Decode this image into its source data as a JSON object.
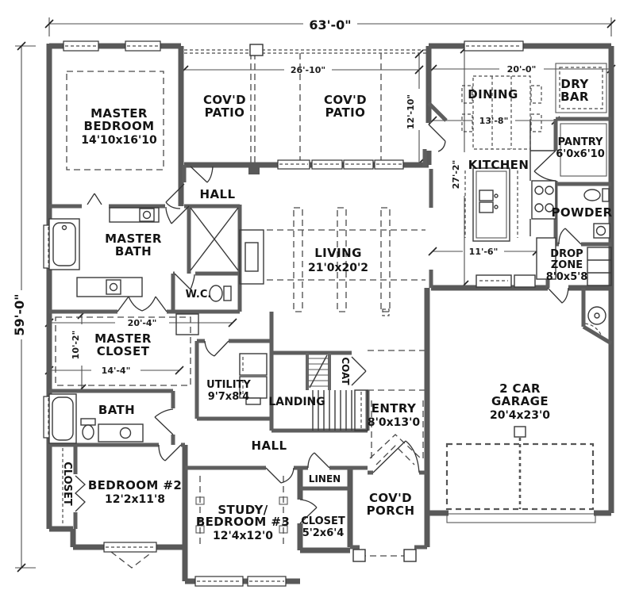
{
  "title": "First floor plan",
  "colors": {
    "wall": "#595959",
    "line": "#333333",
    "background": "#ffffff"
  },
  "dims": {
    "top": "63'-0\"",
    "left": "59'-0\"",
    "patio_w": "26'-10\"",
    "patio_d": "12'-10\"",
    "dining_w": "20'-0\"",
    "dining_w2": "13'-8\"",
    "kitchen_d": "27'-2\"",
    "kitchen_w": "11'-6\"",
    "closet_w": "20'-4\"",
    "closet_w2": "14'-4\"",
    "closet_d": "10'-2\""
  },
  "rooms": {
    "master_bedroom": {
      "l1": "MASTER",
      "l2": "BEDROOM",
      "size": "14'10x16'10"
    },
    "patio_left": {
      "l1": "COV'D",
      "l2": "PATIO"
    },
    "patio_right": {
      "l1": "COV'D",
      "l2": "PATIO"
    },
    "dining": {
      "l1": "DINING"
    },
    "dry_bar": {
      "l1": "DRY",
      "l2": "BAR"
    },
    "pantry": {
      "l1": "PANTRY",
      "size": "6'0x6'10"
    },
    "kitchen": {
      "l1": "KITCHEN"
    },
    "powder": {
      "l1": "POWDER"
    },
    "drop_zone": {
      "l1": "DROP",
      "l2": "ZONE",
      "size": "8'0x5'8"
    },
    "hall_upper": {
      "l1": "HALL"
    },
    "master_bath": {
      "l1": "MASTER",
      "l2": "BATH"
    },
    "wc": {
      "l1": "W.C."
    },
    "living": {
      "l1": "LIVING",
      "size": "21'0x20'2"
    },
    "master_closet": {
      "l1": "MASTER",
      "l2": "CLOSET"
    },
    "utility": {
      "l1": "UTILITY",
      "size": "9'7x8'4"
    },
    "landing": {
      "l1": "LANDING"
    },
    "coat": {
      "l1": "COAT"
    },
    "entry": {
      "l1": "ENTRY",
      "size": "8'0x13'0"
    },
    "garage": {
      "l1": "2 CAR",
      "l2": "GARAGE",
      "size": "20'4x23'0"
    },
    "bath": {
      "l1": "BATH"
    },
    "hall_lower": {
      "l1": "HALL"
    },
    "closet_bed2": {
      "l1": "CLOSET"
    },
    "bedroom2": {
      "l1": "BEDROOM #2",
      "size": "12'2x11'8"
    },
    "study": {
      "l1": "STUDY/",
      "l2": "BEDROOM #3",
      "size": "12'4x12'0"
    },
    "linen": {
      "l1": "LINEN"
    },
    "closet_study": {
      "l1": "CLOSET",
      "size": "5'2x6'4"
    },
    "porch": {
      "l1": "COV'D",
      "l2": "PORCH"
    }
  }
}
